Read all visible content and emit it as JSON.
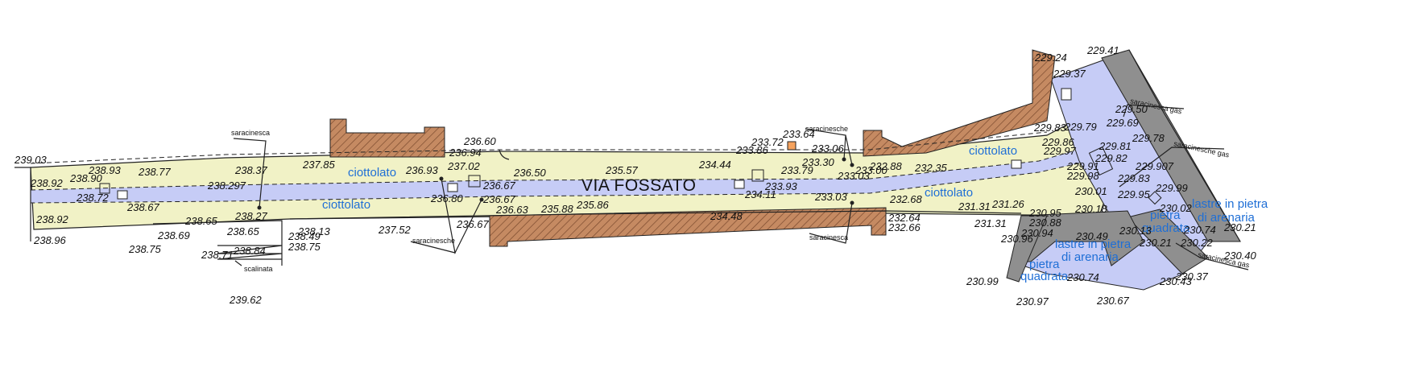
{
  "colors": {
    "cobblestone": "#f1f2c6",
    "stone_slabs": "#c6ccf6",
    "building": "#c58a62",
    "hatch": "#7a4a2e",
    "sidewalk_gray": "#8f8f8f",
    "material_label": "#1f6fd6",
    "line": "#222222"
  },
  "street_name": "VIA FOSSATO",
  "materials": {
    "cobble_1": "ciottolato",
    "cobble_2": "ciottolato",
    "cobble_3": "ciottolato",
    "cobble_4": "ciottolato",
    "slab_1_l1": "lastre in pietra",
    "slab_1_l2": "di arenaria",
    "slab_2_l1": "lastre in pietra",
    "slab_2_l2": "di arenaria",
    "square_1_l1": "pietra",
    "square_1_l2": "quadrata",
    "square_2_l1": "pietra",
    "square_2_l2": "quadrata"
  },
  "notes": {
    "valve_1": "saracinesca",
    "valve_2": "saracinesche",
    "valve_3": "saracinesche",
    "valve_4": "saracinesca",
    "stairs": "scalinata",
    "gas_1": "saracinesca gas",
    "gas_2": "saracinesche gas",
    "gas_3": "saracinesca gas"
  },
  "elevations": [
    "239.03",
    "238.92",
    "238.90",
    "238.93",
    "238.77",
    "238.72",
    "238.67",
    "238.92",
    "238.96",
    "238.69",
    "238.65",
    "238.75",
    "238.71",
    "238.65",
    "238.84",
    "239.62",
    "238.13",
    "238.49",
    "238.75",
    "238.37",
    "238.297",
    "238.27",
    "237.85",
    "237.52",
    "236.94",
    "236.93",
    "237.02",
    "236.80",
    "236.67",
    "236.67",
    "236.63",
    "236.67",
    "236.60",
    "236.50",
    "235.88",
    "235.57",
    "235.86",
    "234.44",
    "234.48",
    "234.11",
    "233.72",
    "233.64",
    "233.86",
    "233.06",
    "233.79",
    "233.30",
    "233.93",
    "233.03",
    "233.00",
    "233.03",
    "232.88",
    "232.68",
    "232.35",
    "232.64",
    "232.66",
    "231.31",
    "231.26",
    "231.31",
    "230.95",
    "230.88",
    "230.94",
    "230.96",
    "230.99",
    "230.97",
    "230.49",
    "230.13",
    "230.21",
    "230.74",
    "230.67",
    "230.74",
    "230.18",
    "230.01",
    "229.95",
    "230.02",
    "230.22",
    "230.21",
    "230.40",
    "230.37",
    "230.43",
    "229.24",
    "229.41",
    "229.37",
    "229.50",
    "229.79",
    "229.69",
    "229.78",
    "229.83",
    "229.86",
    "229.81",
    "229.82",
    "229.907",
    "229.97",
    "229.91",
    "229.98",
    "229.83",
    "229.99"
  ]
}
